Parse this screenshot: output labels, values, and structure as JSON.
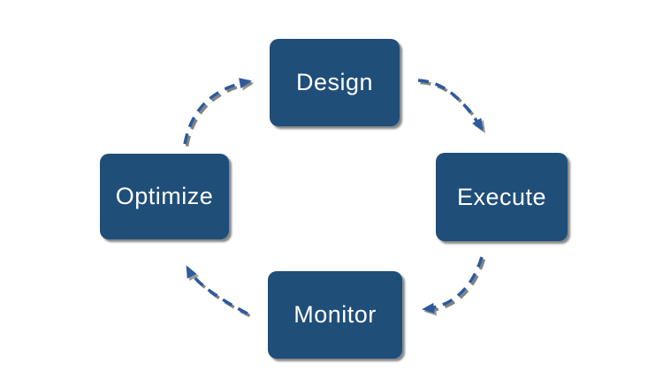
{
  "diagram": {
    "type": "cycle",
    "nodes": [
      {
        "id": "design",
        "label": "Design"
      },
      {
        "id": "execute",
        "label": "Execute"
      },
      {
        "id": "monitor",
        "label": "Monitor"
      },
      {
        "id": "optimize",
        "label": "Optimize"
      }
    ],
    "arrows": [
      {
        "name": "design-to-execute",
        "from": "Design",
        "to": "Execute",
        "style": "dashed-curved"
      },
      {
        "name": "execute-to-monitor",
        "from": "Execute",
        "to": "Monitor",
        "style": "dashed-curved"
      },
      {
        "name": "monitor-to-optimize",
        "from": "Monitor",
        "to": "Optimize",
        "style": "dashed-curved"
      },
      {
        "name": "optimize-to-design",
        "from": "Optimize",
        "to": "Design",
        "style": "dashed-curved"
      }
    ],
    "colors": {
      "background": "#ffffff",
      "node_fill": "#1f4e79",
      "node_text": "#ffffff",
      "arrow": "#2d5a9e",
      "arrow_shadow": "#595959"
    }
  }
}
